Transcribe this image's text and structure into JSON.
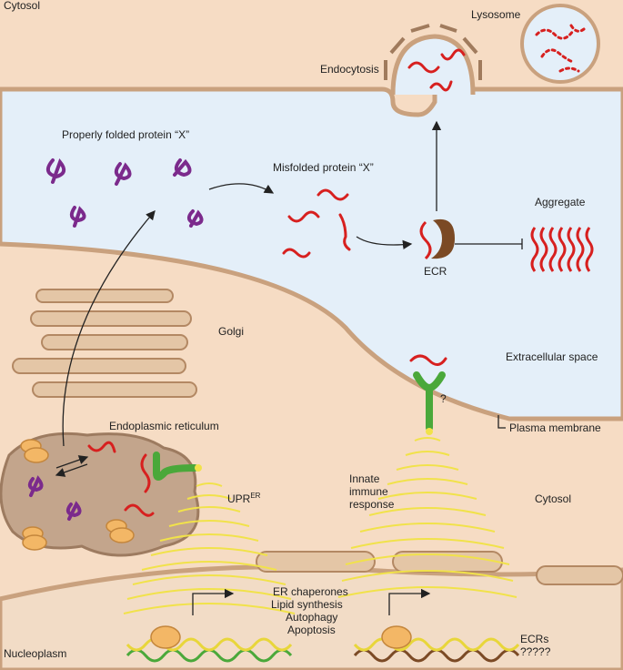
{
  "labels": {
    "cytosol_top": "Cytosol",
    "lysosome": "Lysosome",
    "endocytosis": "Endocytosis",
    "properly_folded": "Properly folded protein “X”",
    "misfolded": "Misfolded protein “X”",
    "aggregate": "Aggregate",
    "ecr": "ECR",
    "golgi": "Golgi",
    "extracellular_space": "Extracellular space",
    "question_mark": "?",
    "plasma_membrane": "Plasma membrane",
    "endoplasmic_reticulum": "Endoplasmic reticulum",
    "upr_main": "UPR",
    "upr_sup": "ER",
    "innate_line1": "Innate",
    "innate_line2": "immune",
    "innate_line3": "response",
    "cytosol_right": "Cytosol",
    "er_chaperones": "ER chaperones",
    "lipid_synthesis": "Lipid synthesis",
    "autophagy": "Autophagy",
    "apoptosis": "Apoptosis",
    "nucleoplasm": "Nucleoplasm",
    "ecrs": "ECRs",
    "question_marks": "?????"
  },
  "colors": {
    "cytosol": "#f6dcc4",
    "membrane": "#c9a17e",
    "extracellular": "#e4eff9",
    "nucleoplasm": "#f2dcc6",
    "folded_protein": "#7b2a8c",
    "misfolded_protein": "#d7201f",
    "ecr": "#7b4a25",
    "receptor": "#4aa83a",
    "signal": "#f1e24a",
    "ribosome": "#f3b766"
  }
}
